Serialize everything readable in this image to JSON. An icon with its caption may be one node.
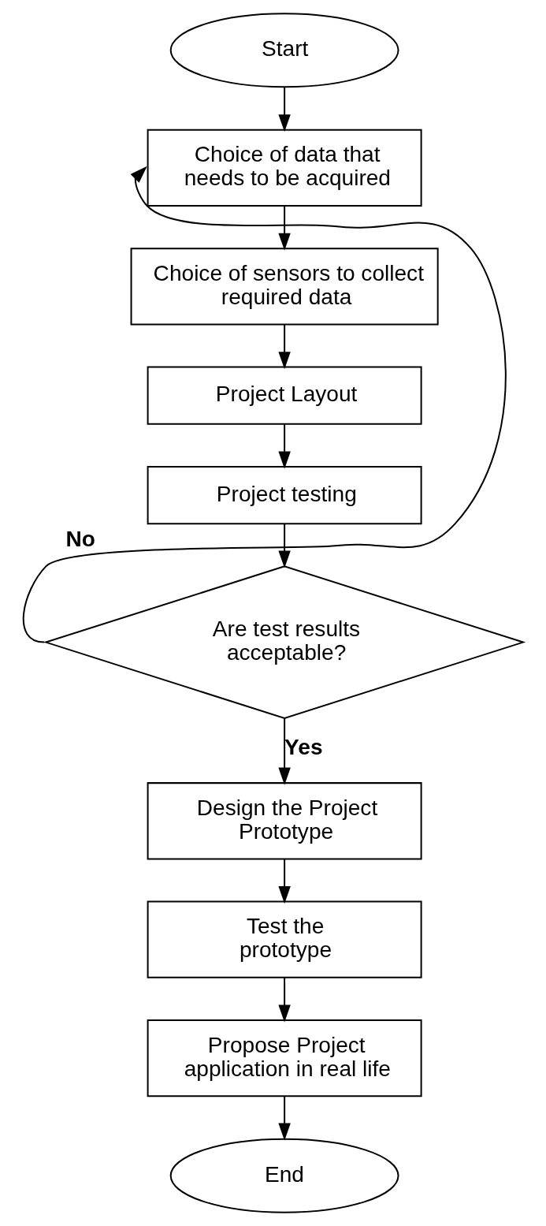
{
  "diagram": {
    "nodes": [
      {
        "text": [
          "Start"
        ]
      },
      {
        "text": [
          "Choice of data that needs to be acquired"
        ]
      },
      {
        "text": [
          "Choice of sensors to collect required data"
        ]
      },
      {
        "text": [
          "Project Layout"
        ]
      },
      {
        "text": [
          "Project testing"
        ]
      },
      {
        "text": [
          "Are test results acceptable?"
        ]
      },
      {
        "text": [
          "Design the Project Prototype"
        ]
      },
      {
        "text": [
          "Test the prototype"
        ]
      },
      {
        "text": [
          "Propose Project application in real life"
        ]
      },
      {
        "text": [
          "End"
        ]
      }
    ],
    "edges": [
      {
        "from": 0,
        "to": 1,
        "arrow": "to"
      },
      {
        "from": 1,
        "to": 2,
        "arrow": "to"
      },
      {
        "from": 2,
        "to": 3,
        "arrow": "to"
      },
      {
        "from": 3,
        "to": 4,
        "arrow": "to"
      },
      {
        "from": 4,
        "to": 5,
        "arrow": "to"
      },
      {
        "from": 5,
        "to": 1,
        "arrow": "to",
        "label": "No"
      },
      {
        "from": 5,
        "to": 6,
        "arrow": "to",
        "label": "Yes"
      },
      {
        "from": 6,
        "to": 7,
        "arrow": "to"
      },
      {
        "from": 7,
        "to": 8,
        "arrow": "to"
      },
      {
        "from": 8,
        "to": 9,
        "arrow": "to"
      }
    ]
  }
}
